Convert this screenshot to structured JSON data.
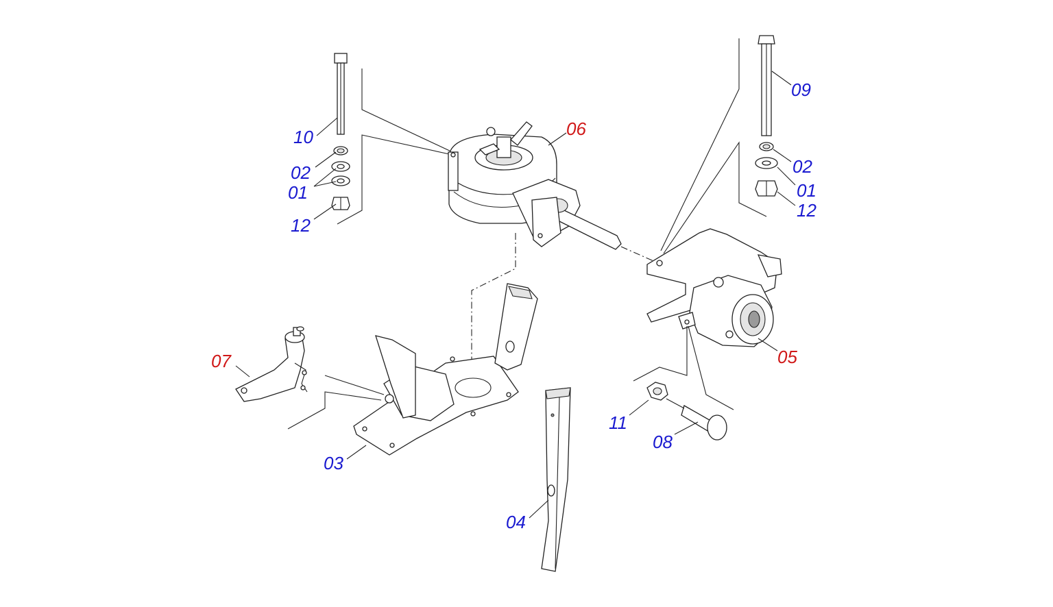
{
  "colors": {
    "assembly_label": "#d01818",
    "part_label": "#1a1ad0",
    "line": "#222222"
  },
  "labels": [
    {
      "id": "p10",
      "text": "10",
      "kind": "part"
    },
    {
      "id": "p02a",
      "text": "02",
      "kind": "part"
    },
    {
      "id": "p01a",
      "text": "01",
      "kind": "part"
    },
    {
      "id": "p12a",
      "text": "12",
      "kind": "part"
    },
    {
      "id": "p06",
      "text": "06",
      "kind": "assembly"
    },
    {
      "id": "p09",
      "text": "09",
      "kind": "part"
    },
    {
      "id": "p02b",
      "text": "02",
      "kind": "part"
    },
    {
      "id": "p01b",
      "text": "01",
      "kind": "part"
    },
    {
      "id": "p12b",
      "text": "12",
      "kind": "part"
    },
    {
      "id": "p07",
      "text": "07",
      "kind": "assembly"
    },
    {
      "id": "p05",
      "text": "05",
      "kind": "assembly"
    },
    {
      "id": "p03",
      "text": "03",
      "kind": "part"
    },
    {
      "id": "p11",
      "text": "11",
      "kind": "part"
    },
    {
      "id": "p08",
      "text": "08",
      "kind": "part"
    },
    {
      "id": "p04",
      "text": "04",
      "kind": "part"
    }
  ]
}
